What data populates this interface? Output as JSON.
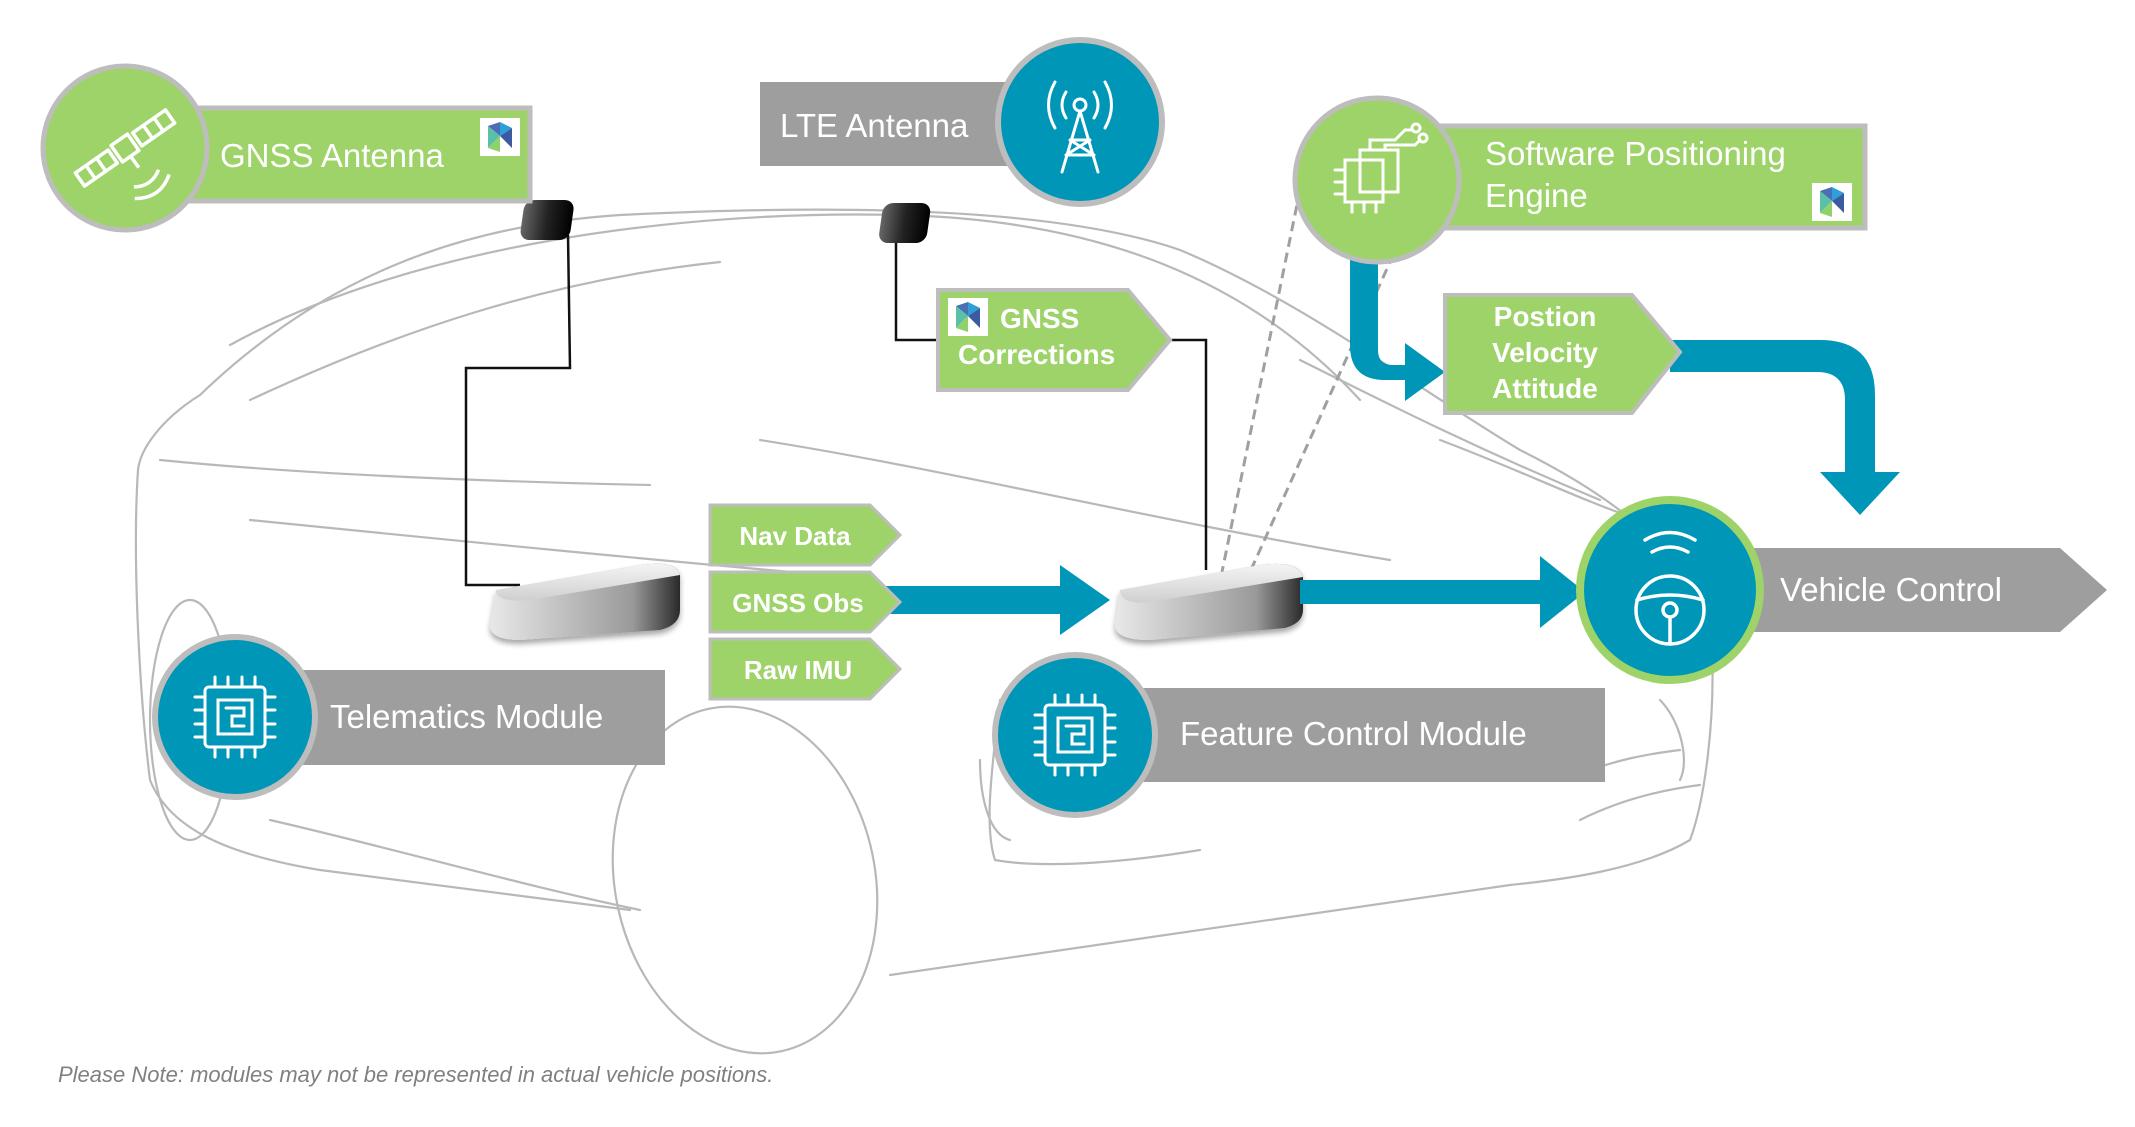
{
  "labels": {
    "gnss_antenna": "GNSS Antenna",
    "lte_antenna": "LTE Antenna",
    "spe_line1": "Software Positioning",
    "spe_line2": "Engine",
    "corrections_line1": "GNSS",
    "corrections_line2": "Corrections",
    "pva_line1": "Postion",
    "pva_line2": "Velocity",
    "pva_line3": "Attitude",
    "nav_data": "Nav Data",
    "gnss_obs": "GNSS Obs",
    "raw_imu": "Raw IMU",
    "telematics_module": "Telematics Module",
    "feature_control_module": "Feature Control Module",
    "vehicle_control": "Vehicle Control"
  },
  "footnote": "Please Note: modules may not be represented in actual vehicle positions.",
  "colors": {
    "green": "#9ED36A",
    "green_dark": "#8CC152",
    "blue": "#0096B7",
    "gray_label": "#9E9E9E",
    "frame_gray": "#BDBDBD",
    "car_line": "#B8B8B8",
    "text_dark": "#1a1a1a",
    "footnote": "#808080"
  },
  "icons": {
    "gnss_antenna": "satellite-icon",
    "lte_antenna": "radio-tower-icon",
    "spe": "circuit-board-icon",
    "telematics": "chip-icon",
    "feature_control": "chip-icon",
    "vehicle_control": "steering-wheel-wifi-icon",
    "logo": "hexagon-logo-icon"
  }
}
